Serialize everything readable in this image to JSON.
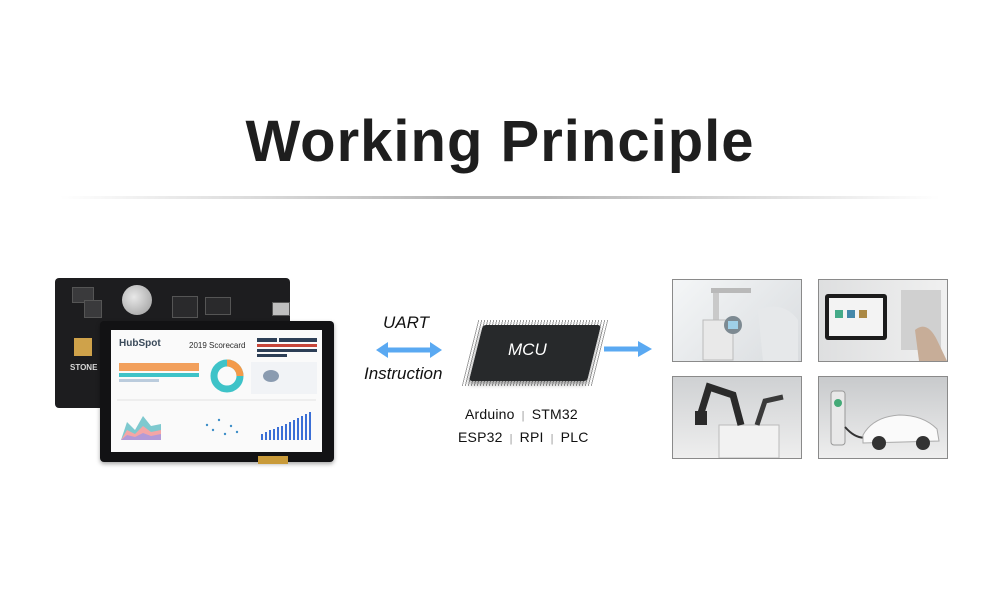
{
  "title": "Working Principle",
  "display": {
    "board_brand": "STONE",
    "screen_logo": "HubSpot",
    "screen_title": "2019 Scorecard"
  },
  "link": {
    "protocol_top": "UART",
    "protocol_bottom": "Instruction"
  },
  "mcu": {
    "label": "MCU",
    "platforms_row1": [
      "Arduino",
      "STM32"
    ],
    "platforms_row2": [
      "ESP32",
      "RPI",
      "PLC"
    ],
    "separator": "|"
  },
  "applications": [
    {
      "icon": "medical-device-photo"
    },
    {
      "icon": "wall-panel-photo"
    },
    {
      "icon": "robot-arm-photo"
    },
    {
      "icon": "ev-charging-photo"
    }
  ],
  "colors": {
    "arrow": "#5aa9f2",
    "title": "#1e1e1e",
    "chip": "#27292b"
  }
}
